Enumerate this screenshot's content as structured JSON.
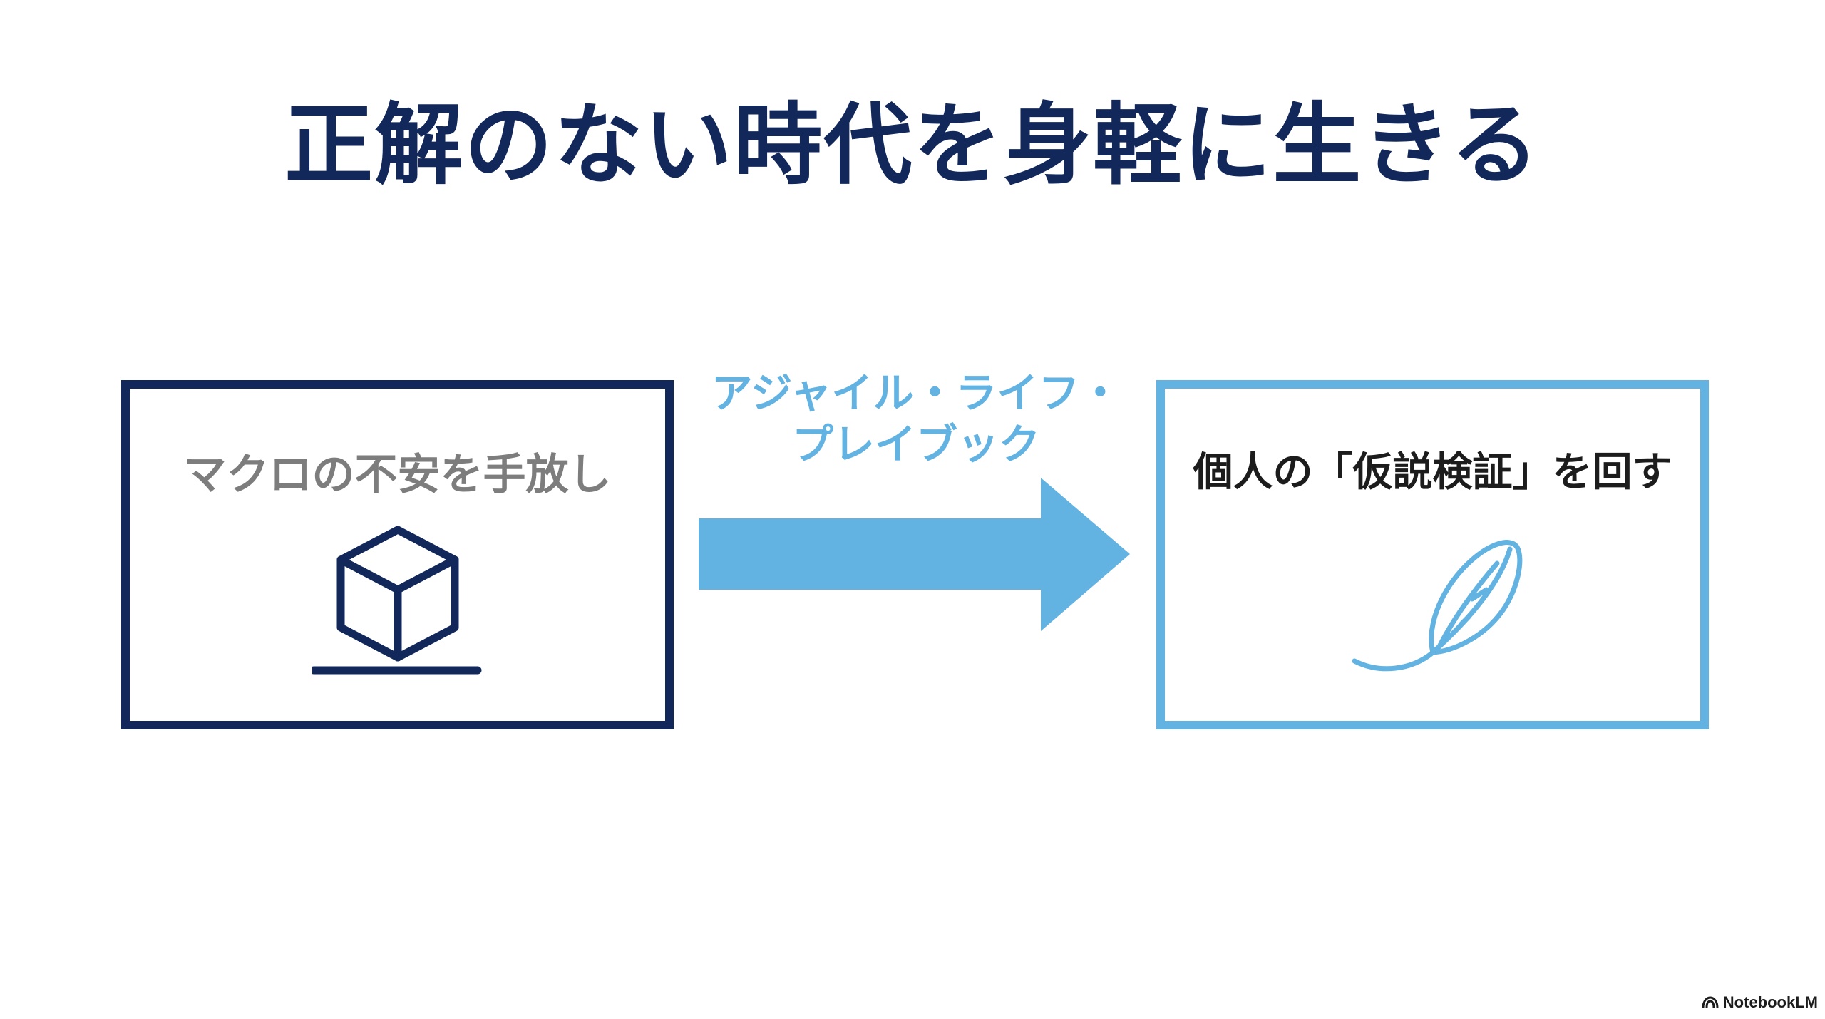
{
  "title": "正解のない時代を身軽に生きる",
  "left_box": {
    "label": "マクロの不安を手放し",
    "icon": "cube-icon"
  },
  "arrow": {
    "label_line1": "アジャイル・ライフ・",
    "label_line2": "プレイブック"
  },
  "right_box": {
    "label": "個人の「仮説検証」を回す",
    "icon": "feather-icon"
  },
  "brand": {
    "name": "NotebookLM",
    "icon": "notebooklm-logo-icon"
  },
  "colors": {
    "navy": "#13285a",
    "light_blue": "#62b2e2",
    "gray_text": "#7d7d7d"
  }
}
